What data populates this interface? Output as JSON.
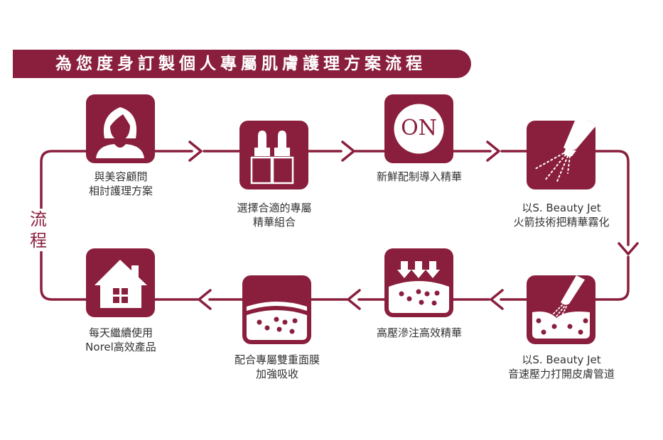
{
  "title": "為您度身訂製個人專屬肌膚護理方案流程",
  "side_label": [
    "流",
    "程"
  ],
  "colors": {
    "brand": "#8a1f3d",
    "text": "#333333",
    "background": "#ffffff"
  },
  "steps": [
    {
      "icon": "woman-consultant-icon",
      "caption": [
        "與美容顧問",
        "相討護理方案"
      ]
    },
    {
      "icon": "serum-bottles-icon",
      "caption": [
        "選擇合適的專屬",
        "精華組合"
      ]
    },
    {
      "icon": "on-button-icon",
      "icon_text": "ON",
      "caption": [
        "新鮮配制導入精華"
      ]
    },
    {
      "icon": "spray-nozzle-icon",
      "caption": [
        "以S. Beauty Jet",
        "火箭技術把精華霧化"
      ]
    },
    {
      "icon": "skin-jet-icon",
      "caption": [
        "以S. Beauty Jet",
        "音速壓力打開皮膚管道"
      ]
    },
    {
      "icon": "pressure-arrows-icon",
      "caption": [
        "高壓滲注高效精華"
      ]
    },
    {
      "icon": "mask-layer-icon",
      "caption": [
        "配合專屬雙重面膜",
        "加強吸收"
      ]
    },
    {
      "icon": "home-icon",
      "caption": [
        "每天繼續使用",
        "Norel高效產品"
      ]
    }
  ]
}
